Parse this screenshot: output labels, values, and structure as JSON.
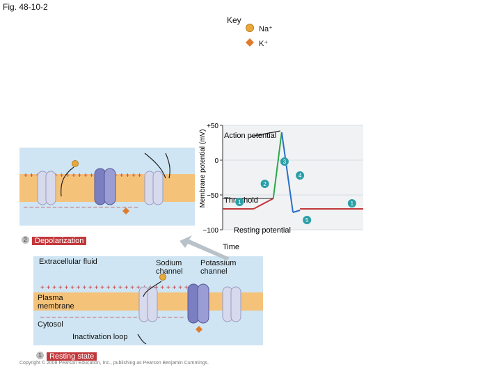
{
  "figure": {
    "label": "Fig. 48-10-2"
  },
  "key": {
    "title": "Key",
    "items": [
      {
        "label": "Na⁺",
        "color": "#e8a83a",
        "icon": "sodium-circle-icon"
      },
      {
        "label": "K⁺",
        "color": "#e07b2c",
        "icon": "potassium-diamond-icon"
      }
    ]
  },
  "chart_data": {
    "type": "line",
    "ylabel": "Membrane potential (mV)",
    "xlabel": "Time",
    "y_ticks": [
      "+50",
      "0",
      "−50",
      "−100"
    ],
    "y_tick_values": [
      50,
      0,
      -50,
      -100
    ],
    "ylim": [
      -100,
      50
    ],
    "annotations": {
      "action_potential": "Action potential",
      "threshold": "Threshold",
      "resting_potential": "Resting potential"
    },
    "phase_badges": [
      "1",
      "2",
      "3",
      "4",
      "5",
      "1"
    ],
    "series": [
      {
        "phase": "1",
        "color": "#c2383b",
        "x": [
          0,
          22
        ],
        "y": [
          -70,
          -70
        ]
      },
      {
        "phase": "2",
        "color": "#c2383b",
        "x": [
          22,
          36
        ],
        "y": [
          -70,
          -55
        ]
      },
      {
        "phase": "3",
        "color": "#2ea84a",
        "x": [
          36,
          42
        ],
        "y": [
          -55,
          40
        ]
      },
      {
        "phase": "4",
        "color": "#2a6fc8",
        "x": [
          42,
          50
        ],
        "y": [
          40,
          -75
        ]
      },
      {
        "phase": "5",
        "color": "#2a6fc8",
        "x": [
          50,
          55
        ],
        "y": [
          -75,
          -72
        ]
      },
      {
        "phase": "1",
        "color": "#c2383b",
        "x": [
          55,
          100
        ],
        "y": [
          -70,
          -70
        ]
      }
    ]
  },
  "panels": {
    "depolarization": {
      "number": "2",
      "label": "Depolarization"
    },
    "resting": {
      "number": "1",
      "label": "Resting state"
    },
    "labels": {
      "extracellular": "Extracellular fluid",
      "plasma_membrane": "Plasma membrane",
      "cytosol": "Cytosol",
      "inactivation_loop": "Inactivation loop",
      "sodium_channel": "Sodium channel",
      "potassium_channel": "Potassium channel"
    }
  },
  "copyright": "Copyright © 2008 Pearson Education, Inc., publishing as Pearson Benjamin Cummings."
}
